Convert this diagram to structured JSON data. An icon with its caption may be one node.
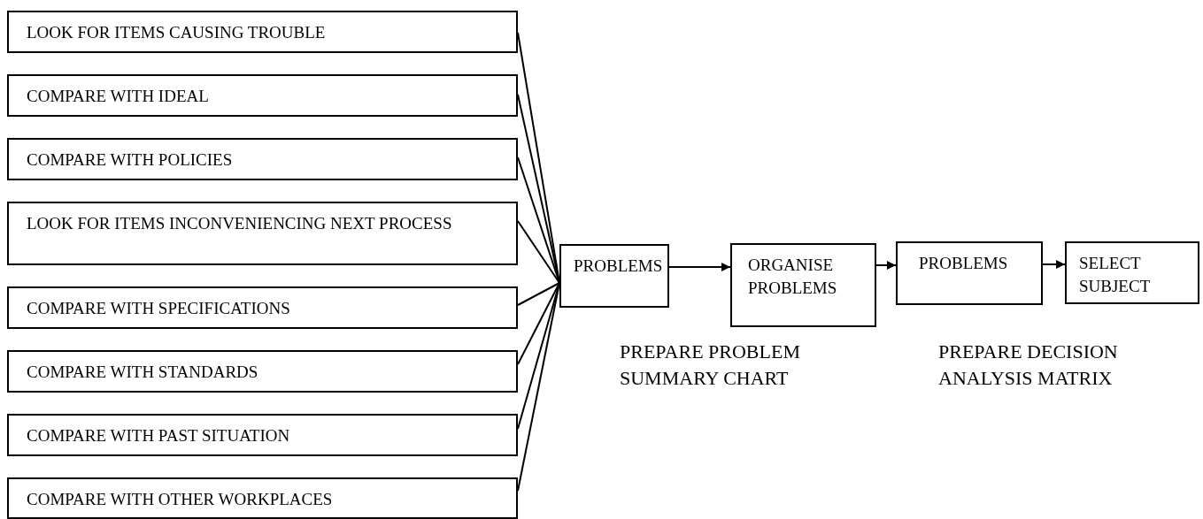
{
  "diagram": {
    "nodes": [
      {
        "text": [
          "LOOK FOR ITEMS CAUSING TROUBLE"
        ]
      },
      {
        "text": [
          "COMPARE WITH IDEAL"
        ]
      },
      {
        "text": [
          "COMPARE WITH POLICIES"
        ]
      },
      {
        "text": [
          "LOOK FOR ITEMS INCONVENIENCING NEXT PROCESS"
        ]
      },
      {
        "text": [
          "COMPARE WITH SPECIFICATIONS"
        ]
      },
      {
        "text": [
          "COMPARE WITH STANDARDS"
        ]
      },
      {
        "text": [
          "COMPARE WITH PAST SITUATION"
        ]
      },
      {
        "text": [
          "COMPARE WITH OTHER WORKPLACES"
        ]
      },
      {
        "text": [
          "PROBLEMS"
        ]
      },
      {
        "text": [
          "ORGANISE PROBLEMS"
        ]
      },
      {
        "text": [
          "PROBLEMS"
        ]
      },
      {
        "text": [
          "SELECT SUBJECT"
        ]
      }
    ],
    "edges": [
      {
        "from": 0,
        "to": 8,
        "arrow": "none"
      },
      {
        "from": 1,
        "to": 8,
        "arrow": "none"
      },
      {
        "from": 2,
        "to": 8,
        "arrow": "none"
      },
      {
        "from": 3,
        "to": 8,
        "arrow": "none"
      },
      {
        "from": 4,
        "to": 8,
        "arrow": "none"
      },
      {
        "from": 5,
        "to": 8,
        "arrow": "none"
      },
      {
        "from": 6,
        "to": 8,
        "arrow": "none"
      },
      {
        "from": 7,
        "to": 8,
        "arrow": "none"
      },
      {
        "from": 8,
        "to": 9,
        "arrow": "to"
      },
      {
        "from": 9,
        "to": 10,
        "arrow": "to"
      },
      {
        "from": 10,
        "to": 11,
        "arrow": "to"
      }
    ],
    "labels": [
      "PREPARE PROBLEM SUMMARY CHART",
      "PREPARE DECISION ANALYSIS MATRIX"
    ]
  }
}
